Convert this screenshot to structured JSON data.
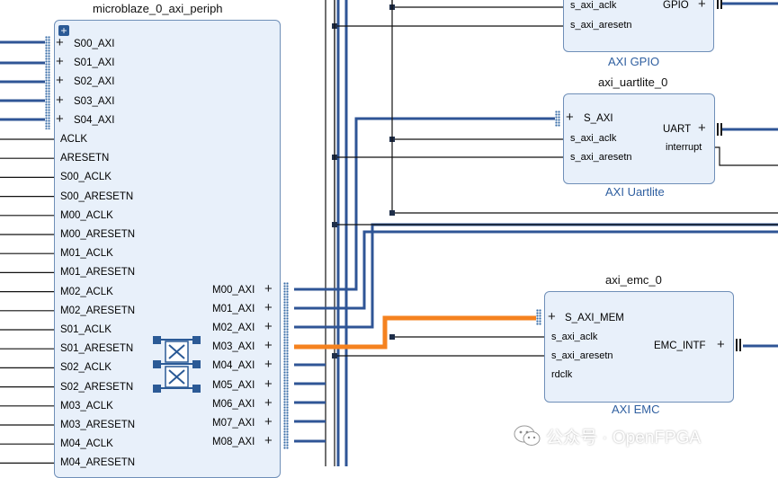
{
  "periph": {
    "title": "microblaze_0_axi_periph",
    "left_ports": [
      "S00_AXI",
      "S01_AXI",
      "S02_AXI",
      "S03_AXI",
      "S04_AXI",
      "ACLK",
      "ARESETN",
      "S00_ACLK",
      "S00_ARESETN",
      "M00_ACLK",
      "M00_ARESETN",
      "M01_ACLK",
      "M01_ARESETN",
      "M02_ACLK",
      "M02_ARESETN",
      "S01_ACLK",
      "S01_ARESETN",
      "S02_ACLK",
      "S02_ARESETN",
      "M03_ACLK",
      "M03_ARESETN",
      "M04_ACLK",
      "M04_ARESETN"
    ],
    "right_ports": [
      "M00_AXI",
      "M01_AXI",
      "M02_AXI",
      "M03_AXI",
      "M04_AXI",
      "M05_AXI",
      "M06_AXI",
      "M07_AXI",
      "M08_AXI"
    ]
  },
  "gpio": {
    "subtitle": "AXI GPIO",
    "left_ports": [
      "s_axi_aclk",
      "s_axi_aresetn"
    ],
    "right_port": "GPIO"
  },
  "uart": {
    "title": "axi_uartlite_0",
    "subtitle": "AXI Uartlite",
    "left_ports": [
      "S_AXI",
      "s_axi_aclk",
      "s_axi_aresetn"
    ],
    "right_ports": [
      "UART",
      "interrupt"
    ]
  },
  "emc": {
    "title": "axi_emc_0",
    "subtitle": "AXI EMC",
    "left_ports": [
      "S_AXI_MEM",
      "s_axi_aclk",
      "s_axi_aresetn",
      "rdclk"
    ],
    "right_port": "EMC_INTF"
  },
  "watermark": "公众号 · OpenFPGA",
  "colors": {
    "bus": "#2f5596",
    "highlight": "#f5821f",
    "block_fill": "#e8f0fa",
    "block_border": "#6f8fb8",
    "label": "#2f5fa0"
  }
}
